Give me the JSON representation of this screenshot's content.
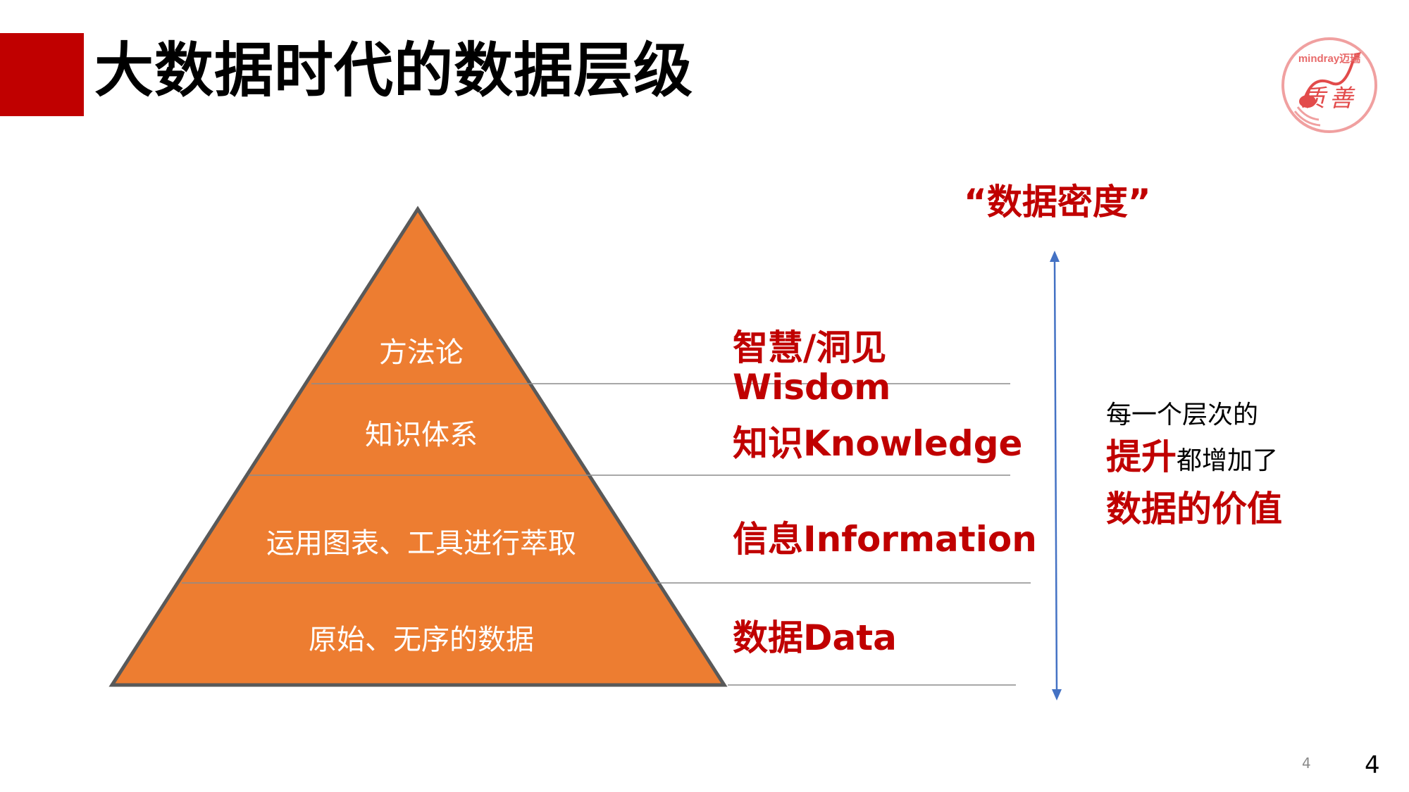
{
  "header": {
    "title": "大数据时代的数据层级",
    "accent_color": "#c00000"
  },
  "logo": {
    "brand": "mindray迈瑞",
    "text": "质善",
    "icon": "guitar-heart-emblem",
    "color": "#e24b4b"
  },
  "pyramid": {
    "fill_color": "#ed7d31",
    "levels": [
      {
        "inside": "方法论",
        "label_lines": [
          "智慧/洞见",
          "Wisdom"
        ]
      },
      {
        "inside": "知识体系",
        "label_lines": [
          "知识Knowledge"
        ]
      },
      {
        "inside": "运用图表、工具进行萃取",
        "label_lines": [
          "信息Information"
        ]
      },
      {
        "inside": "原始、无序的数据",
        "label_lines": [
          "数据Data"
        ]
      }
    ]
  },
  "density": {
    "label": "“数据密度”",
    "arrow_color": "#4472c4"
  },
  "side_note": {
    "line1": "每一个层次的",
    "line2_strong": "提升",
    "line2_plain": "都增加了",
    "line3": "数据的价值"
  },
  "footer": {
    "page_small": "4",
    "page_big": "4"
  }
}
